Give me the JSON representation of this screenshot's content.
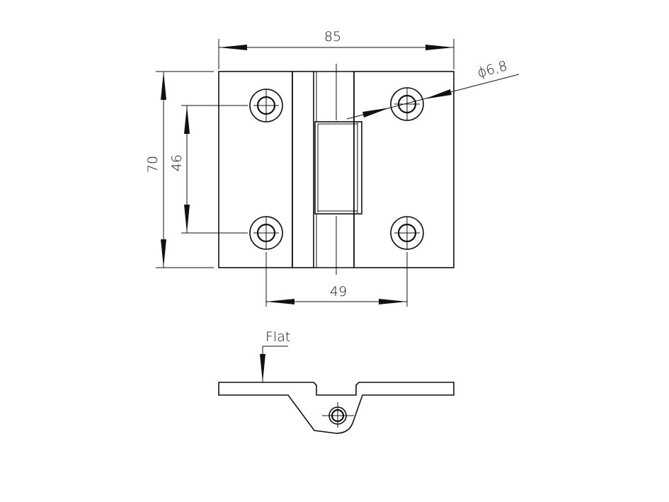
{
  "dimensions": {
    "overall_width": "85",
    "overall_height": "70",
    "hole_vertical_spacing": "46",
    "hole_horizontal_spacing": "49",
    "hole_diameter": "ϕ6,8"
  },
  "side_view": {
    "callout": "Flat"
  }
}
